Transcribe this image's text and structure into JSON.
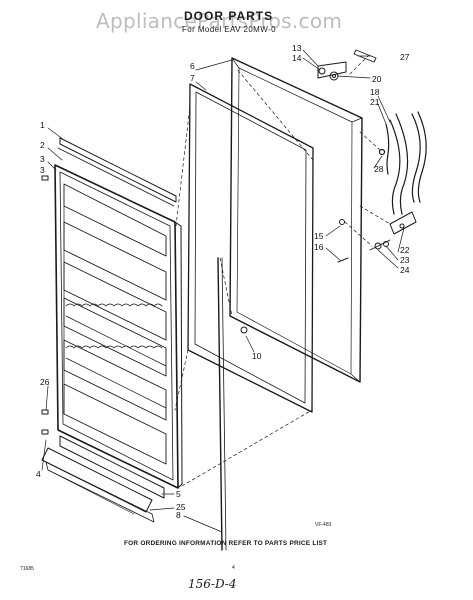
{
  "watermark": "AppliancePartsPros.com",
  "header": {
    "title": "DOOR PARTS",
    "subtitle": "For Model EAV 20MW-0"
  },
  "footer": {
    "ordering_note": "FOR ORDERING INFORMATION REFER TO PARTS PRICE LIST",
    "ref_code": "VF-483",
    "doc_number": "71685",
    "page_mark": "4",
    "handwritten": "156-D-4"
  },
  "callouts": [
    {
      "id": "c1",
      "label": "1"
    },
    {
      "id": "c2",
      "label": "2"
    },
    {
      "id": "c3a",
      "label": "3"
    },
    {
      "id": "c3b",
      "label": "3"
    },
    {
      "id": "c4",
      "label": "4"
    },
    {
      "id": "c5",
      "label": "5"
    },
    {
      "id": "c6",
      "label": "6"
    },
    {
      "id": "c7",
      "label": "7"
    },
    {
      "id": "c8",
      "label": "8"
    },
    {
      "id": "c10",
      "label": "10"
    },
    {
      "id": "c13",
      "label": "13"
    },
    {
      "id": "c14",
      "label": "14"
    },
    {
      "id": "c15",
      "label": "15"
    },
    {
      "id": "c16",
      "label": "16"
    },
    {
      "id": "c18",
      "label": "18"
    },
    {
      "id": "c20",
      "label": "20"
    },
    {
      "id": "c21",
      "label": "21"
    },
    {
      "id": "c22",
      "label": "22"
    },
    {
      "id": "c23",
      "label": "23"
    },
    {
      "id": "c24",
      "label": "24"
    },
    {
      "id": "c25",
      "label": "25"
    },
    {
      "id": "c26",
      "label": "26"
    },
    {
      "id": "c27",
      "label": "27"
    },
    {
      "id": "c28",
      "label": "28"
    }
  ]
}
